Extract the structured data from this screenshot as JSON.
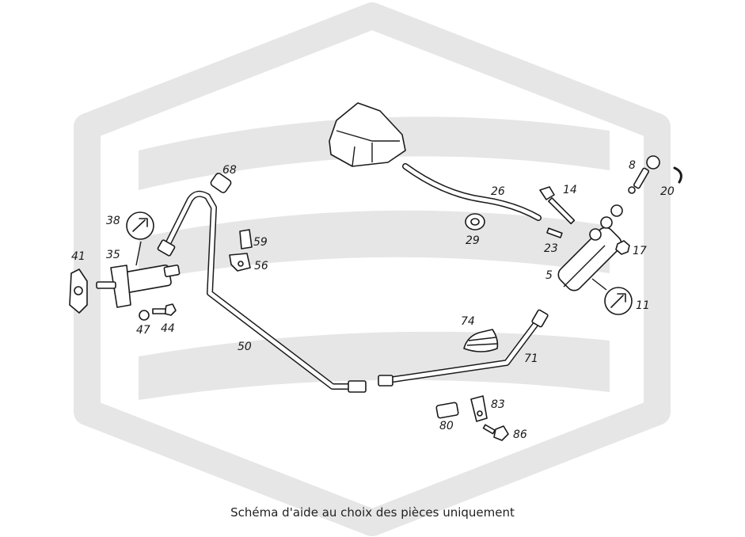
{
  "caption": "Schéma d'aide au choix des pièces uniquement",
  "watermark": {
    "shape": "hexagon-logo",
    "color": "#e6e6e6"
  },
  "parts": [
    {
      "id": "label-5",
      "text": "5"
    },
    {
      "id": "label-8",
      "text": "8"
    },
    {
      "id": "label-11",
      "text": "11"
    },
    {
      "id": "label-14",
      "text": "14"
    },
    {
      "id": "label-17",
      "text": "17"
    },
    {
      "id": "label-20",
      "text": "20"
    },
    {
      "id": "label-23",
      "text": "23"
    },
    {
      "id": "label-26",
      "text": "26"
    },
    {
      "id": "label-29",
      "text": "29"
    },
    {
      "id": "label-35",
      "text": "35"
    },
    {
      "id": "label-38",
      "text": "38"
    },
    {
      "id": "label-41",
      "text": "41"
    },
    {
      "id": "label-44",
      "text": "44"
    },
    {
      "id": "label-47",
      "text": "47"
    },
    {
      "id": "label-50",
      "text": "50"
    },
    {
      "id": "label-56",
      "text": "56"
    },
    {
      "id": "label-59",
      "text": "59"
    },
    {
      "id": "label-68",
      "text": "68"
    },
    {
      "id": "label-71",
      "text": "71"
    },
    {
      "id": "label-74",
      "text": "74"
    },
    {
      "id": "label-80",
      "text": "80"
    },
    {
      "id": "label-83",
      "text": "83"
    },
    {
      "id": "label-86",
      "text": "86"
    }
  ]
}
